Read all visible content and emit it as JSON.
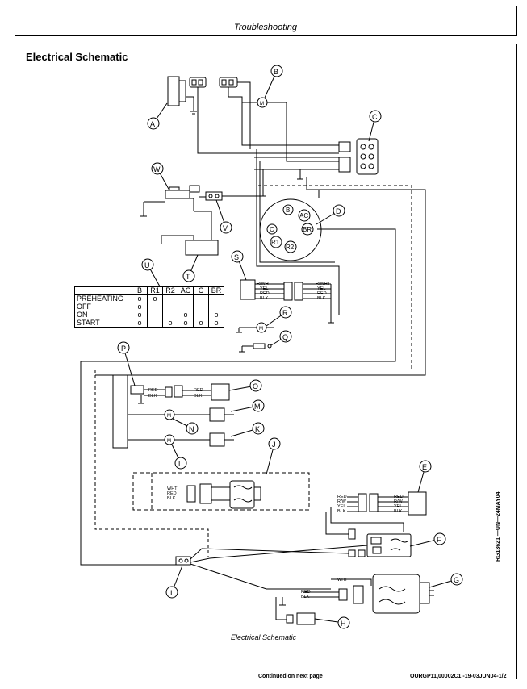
{
  "header": {
    "title": "Troubleshooting"
  },
  "section": {
    "title": "Electrical Schematic"
  },
  "caption": "Electrical Schematic",
  "footer": {
    "continued": "Continued on next page",
    "code": "OURGP11,00002C1 -19-03JUN04-1/2"
  },
  "side_code": "RG13621 —UN—24MAY04",
  "callouts": [
    "A",
    "B",
    "C",
    "D",
    "E",
    "F",
    "G",
    "H",
    "I",
    "J",
    "K",
    "L",
    "M",
    "N",
    "O",
    "P",
    "Q",
    "R",
    "S",
    "T",
    "U",
    "V",
    "W"
  ],
  "switch_terminals": [
    "B",
    "AC",
    "BR",
    "C",
    "R1",
    "R2"
  ],
  "switch_table": {
    "columns": [
      "B",
      "R1",
      "R2",
      "AC",
      "C",
      "BR"
    ],
    "rows": [
      {
        "label": "PREHEATING"
      },
      {
        "label": "OFF"
      },
      {
        "label": "ON"
      },
      {
        "label": "START"
      }
    ]
  },
  "wire_labels": {
    "s_left": [
      "R/WHT",
      "YEL",
      "RED",
      "BLK"
    ],
    "s_right": [
      "R/WHT",
      "YEL",
      "RED",
      "BLK"
    ],
    "o_left": [
      "RED",
      "BLK"
    ],
    "o_right": [
      "RED",
      "BLK"
    ],
    "j": [
      "WHT",
      "RED",
      "BLK"
    ],
    "e_left": [
      "RED",
      "R/W",
      "YEL",
      "BLK"
    ],
    "e_right": [
      "RED",
      "R/W",
      "YEL",
      "BLK"
    ],
    "g_top": "WHT",
    "g": [
      "RED",
      "BLK"
    ]
  }
}
